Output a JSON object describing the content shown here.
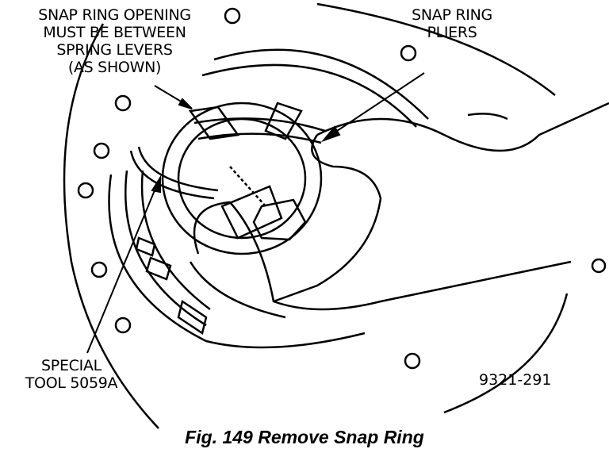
{
  "labels": {
    "snap_ring_opening": [
      "SNAP RING OPENING",
      "MUST BE BETWEEN",
      "SPRING LEVERS",
      "(AS SHOWN)"
    ],
    "snap_ring_pliers": [
      "SNAP RING",
      "PLIERS"
    ],
    "special_tool": [
      "SPECIAL",
      "TOOL 5059A"
    ]
  },
  "figure_id": "9321-291",
  "caption": "Fig. 149 Remove Snap Ring"
}
